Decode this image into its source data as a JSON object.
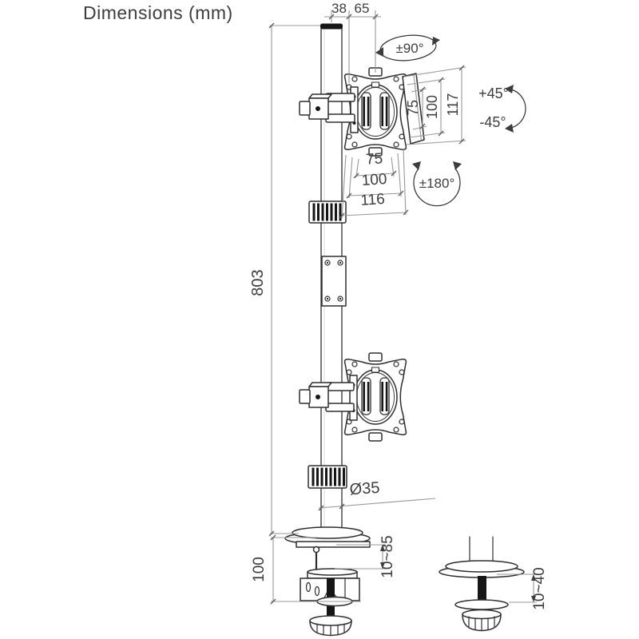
{
  "title": "Dimensions (mm)",
  "colors": {
    "line": "#2e2e2e",
    "dim": "#979797",
    "text": "#3d3d3d",
    "dark": "#161616",
    "bg": "#ffffff"
  },
  "labels": {
    "top_depth_1": "38",
    "top_depth_2": "65",
    "swivel": "±90°",
    "tilt_up": "+45°",
    "tilt_down": "-45°",
    "side_slot": "75",
    "side_hole": "100",
    "side_height": "117",
    "front_slot": "75",
    "front_hole": "100",
    "front_width": "116",
    "rotation": "±180°",
    "pole_height": "803",
    "pole_diameter": "Ø35",
    "clamp_height": "100",
    "clamp_range": "10~85",
    "grommet_range": "10~40"
  }
}
